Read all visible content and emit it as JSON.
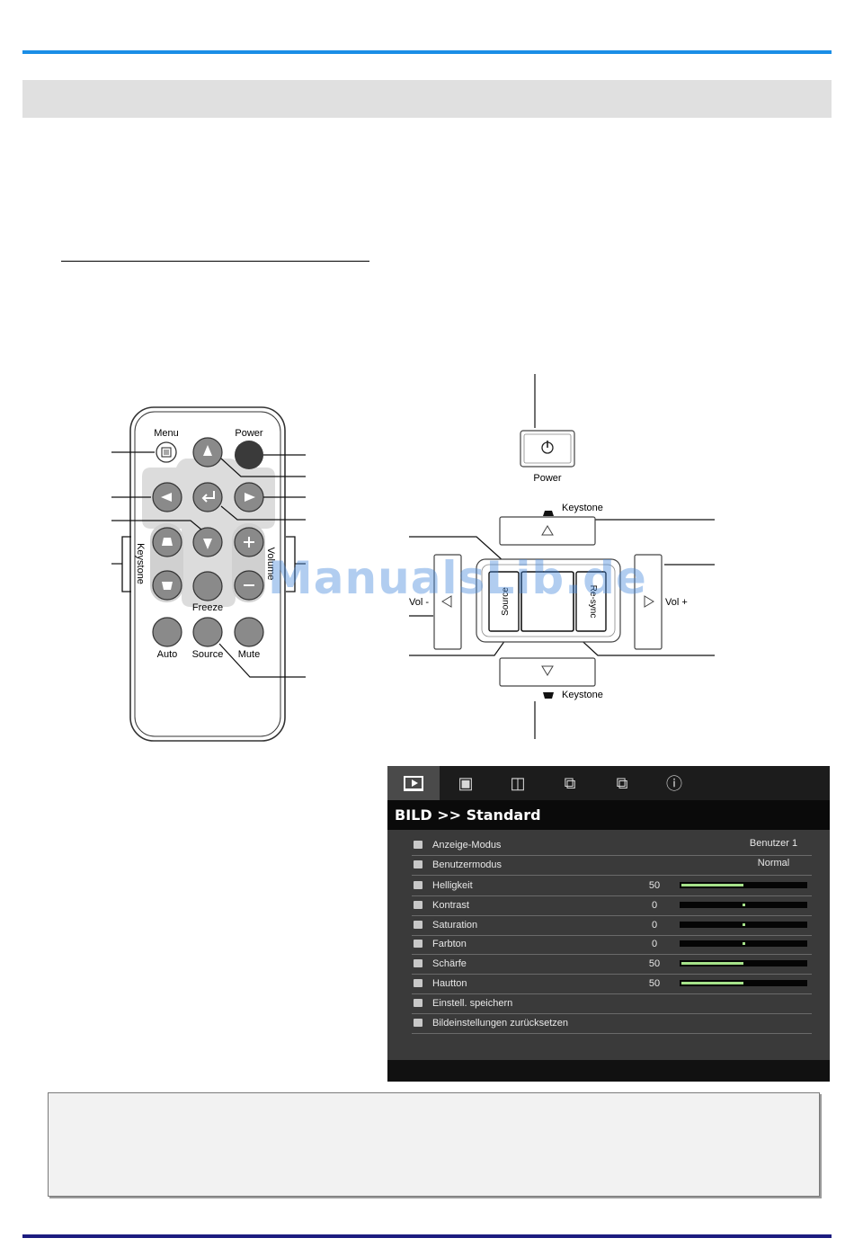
{
  "colors": {
    "top_rule": "#1a8ee6",
    "bottom_rule": "#1c1c80",
    "watermark": "#4687dc",
    "osd_bar_fill": "#a6e28a"
  },
  "watermark": "ManualsLib.de",
  "remote": {
    "menu": "Menu",
    "power": "Power",
    "freeze": "Freeze",
    "auto": "Auto",
    "source": "Source",
    "mute": "Mute",
    "keystone": "Keystone",
    "volume": "Volume",
    "icons": [
      "menu-icon",
      "up-arrow-icon",
      "left-arrow-icon",
      "enter-icon",
      "right-arrow-icon",
      "down-arrow-icon",
      "keystone-up-icon",
      "keystone-down-icon",
      "plus-icon",
      "minus-icon"
    ]
  },
  "keypad": {
    "power": "Power",
    "keystone_top": "Keystone",
    "keystone_bottom": "Keystone",
    "vol_minus": "Vol -",
    "vol_plus": "Vol +",
    "source": "Source",
    "resync": "Re-sync"
  },
  "osd": {
    "tabs": [
      "bild-tab-icon",
      "image-tab-icon",
      "display-tab-icon",
      "settings-tab-icon",
      "settings2-tab-icon",
      "info-tab-icon"
    ],
    "title": "BILD >> Standard",
    "rows": [
      {
        "icon": "display-mode-icon",
        "label": "Anzeige-Modus",
        "option": "Benutzer 1"
      },
      {
        "icon": "user-mode-icon",
        "label": "Benutzermodus",
        "option": "Normal"
      },
      {
        "icon": "brightness-icon",
        "label": "Helligkeit",
        "value": "50",
        "level": 0.5,
        "bar": "fill"
      },
      {
        "icon": "contrast-icon",
        "label": "Kontrast",
        "value": "0",
        "level": 0.5,
        "bar": "mark"
      },
      {
        "icon": "saturation-icon",
        "label": "Saturation",
        "value": "0",
        "level": 0.5,
        "bar": "mark"
      },
      {
        "icon": "tint-icon",
        "label": "Farbton",
        "value": "0",
        "level": 0.5,
        "bar": "mark"
      },
      {
        "icon": "sharpness-icon",
        "label": "Schärfe",
        "value": "50",
        "level": 0.5,
        "bar": "fill"
      },
      {
        "icon": "skin-tone-icon",
        "label": "Hautton",
        "value": "50",
        "level": 0.5,
        "bar": "fill"
      },
      {
        "icon": "save-settings-icon",
        "label": "Einstell. speichern"
      },
      {
        "icon": "reset-icon",
        "label": "Bildeinstellungen zurücksetzen"
      }
    ]
  }
}
